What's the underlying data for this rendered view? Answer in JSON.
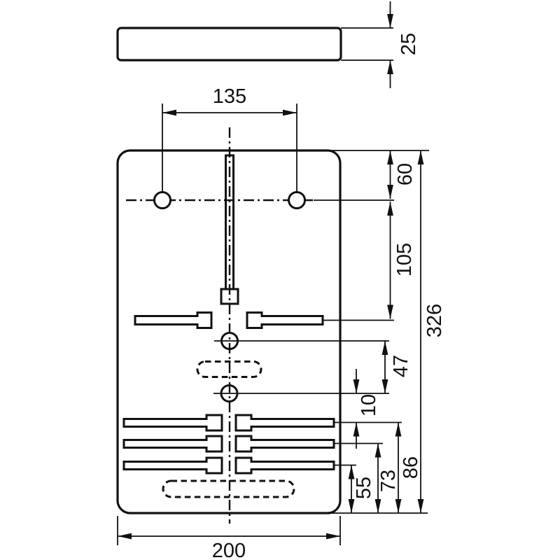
{
  "ink": "#111111",
  "background": "#ffffff",
  "drawing": {
    "dims": {
      "thickness": "25",
      "hole_spacing": "135",
      "top_edge_to_holes": "60",
      "holes_to_upper_tabs": "105",
      "overall_height": "326",
      "screw_hole_spacing": "47",
      "hole_to_first_tab_row": "10",
      "tab_row1_to_bottom": "86",
      "tab_row2_to_bottom": "73",
      "tab_row3_to_bottom": "55",
      "overall_width": "200"
    }
  }
}
